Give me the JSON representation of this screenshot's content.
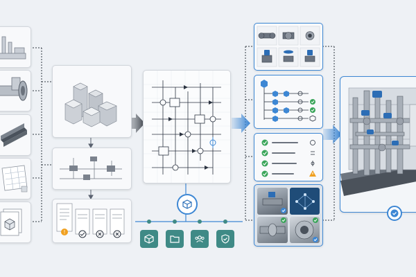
{
  "palette": {
    "accent": "#3d87d4",
    "teal": "#3f8a86",
    "ok": "#3aa55a",
    "warn": "#f0a020",
    "dark": "#2b3340",
    "bg": "#eef1f5"
  },
  "sources": [
    "site-plant-icon",
    "pipe-flange-icon",
    "steel-beam-icon",
    "blueprint-sheet-icon",
    "document-cube-icon"
  ],
  "hub_tools": [
    "cube-icon",
    "folder-icon",
    "team-icon",
    "shield-check-icon"
  ],
  "status_rows": [
    "ok",
    "ok",
    "ok",
    "warn"
  ],
  "doc_status": [
    "warn",
    "ok",
    "reject",
    "reject"
  ]
}
